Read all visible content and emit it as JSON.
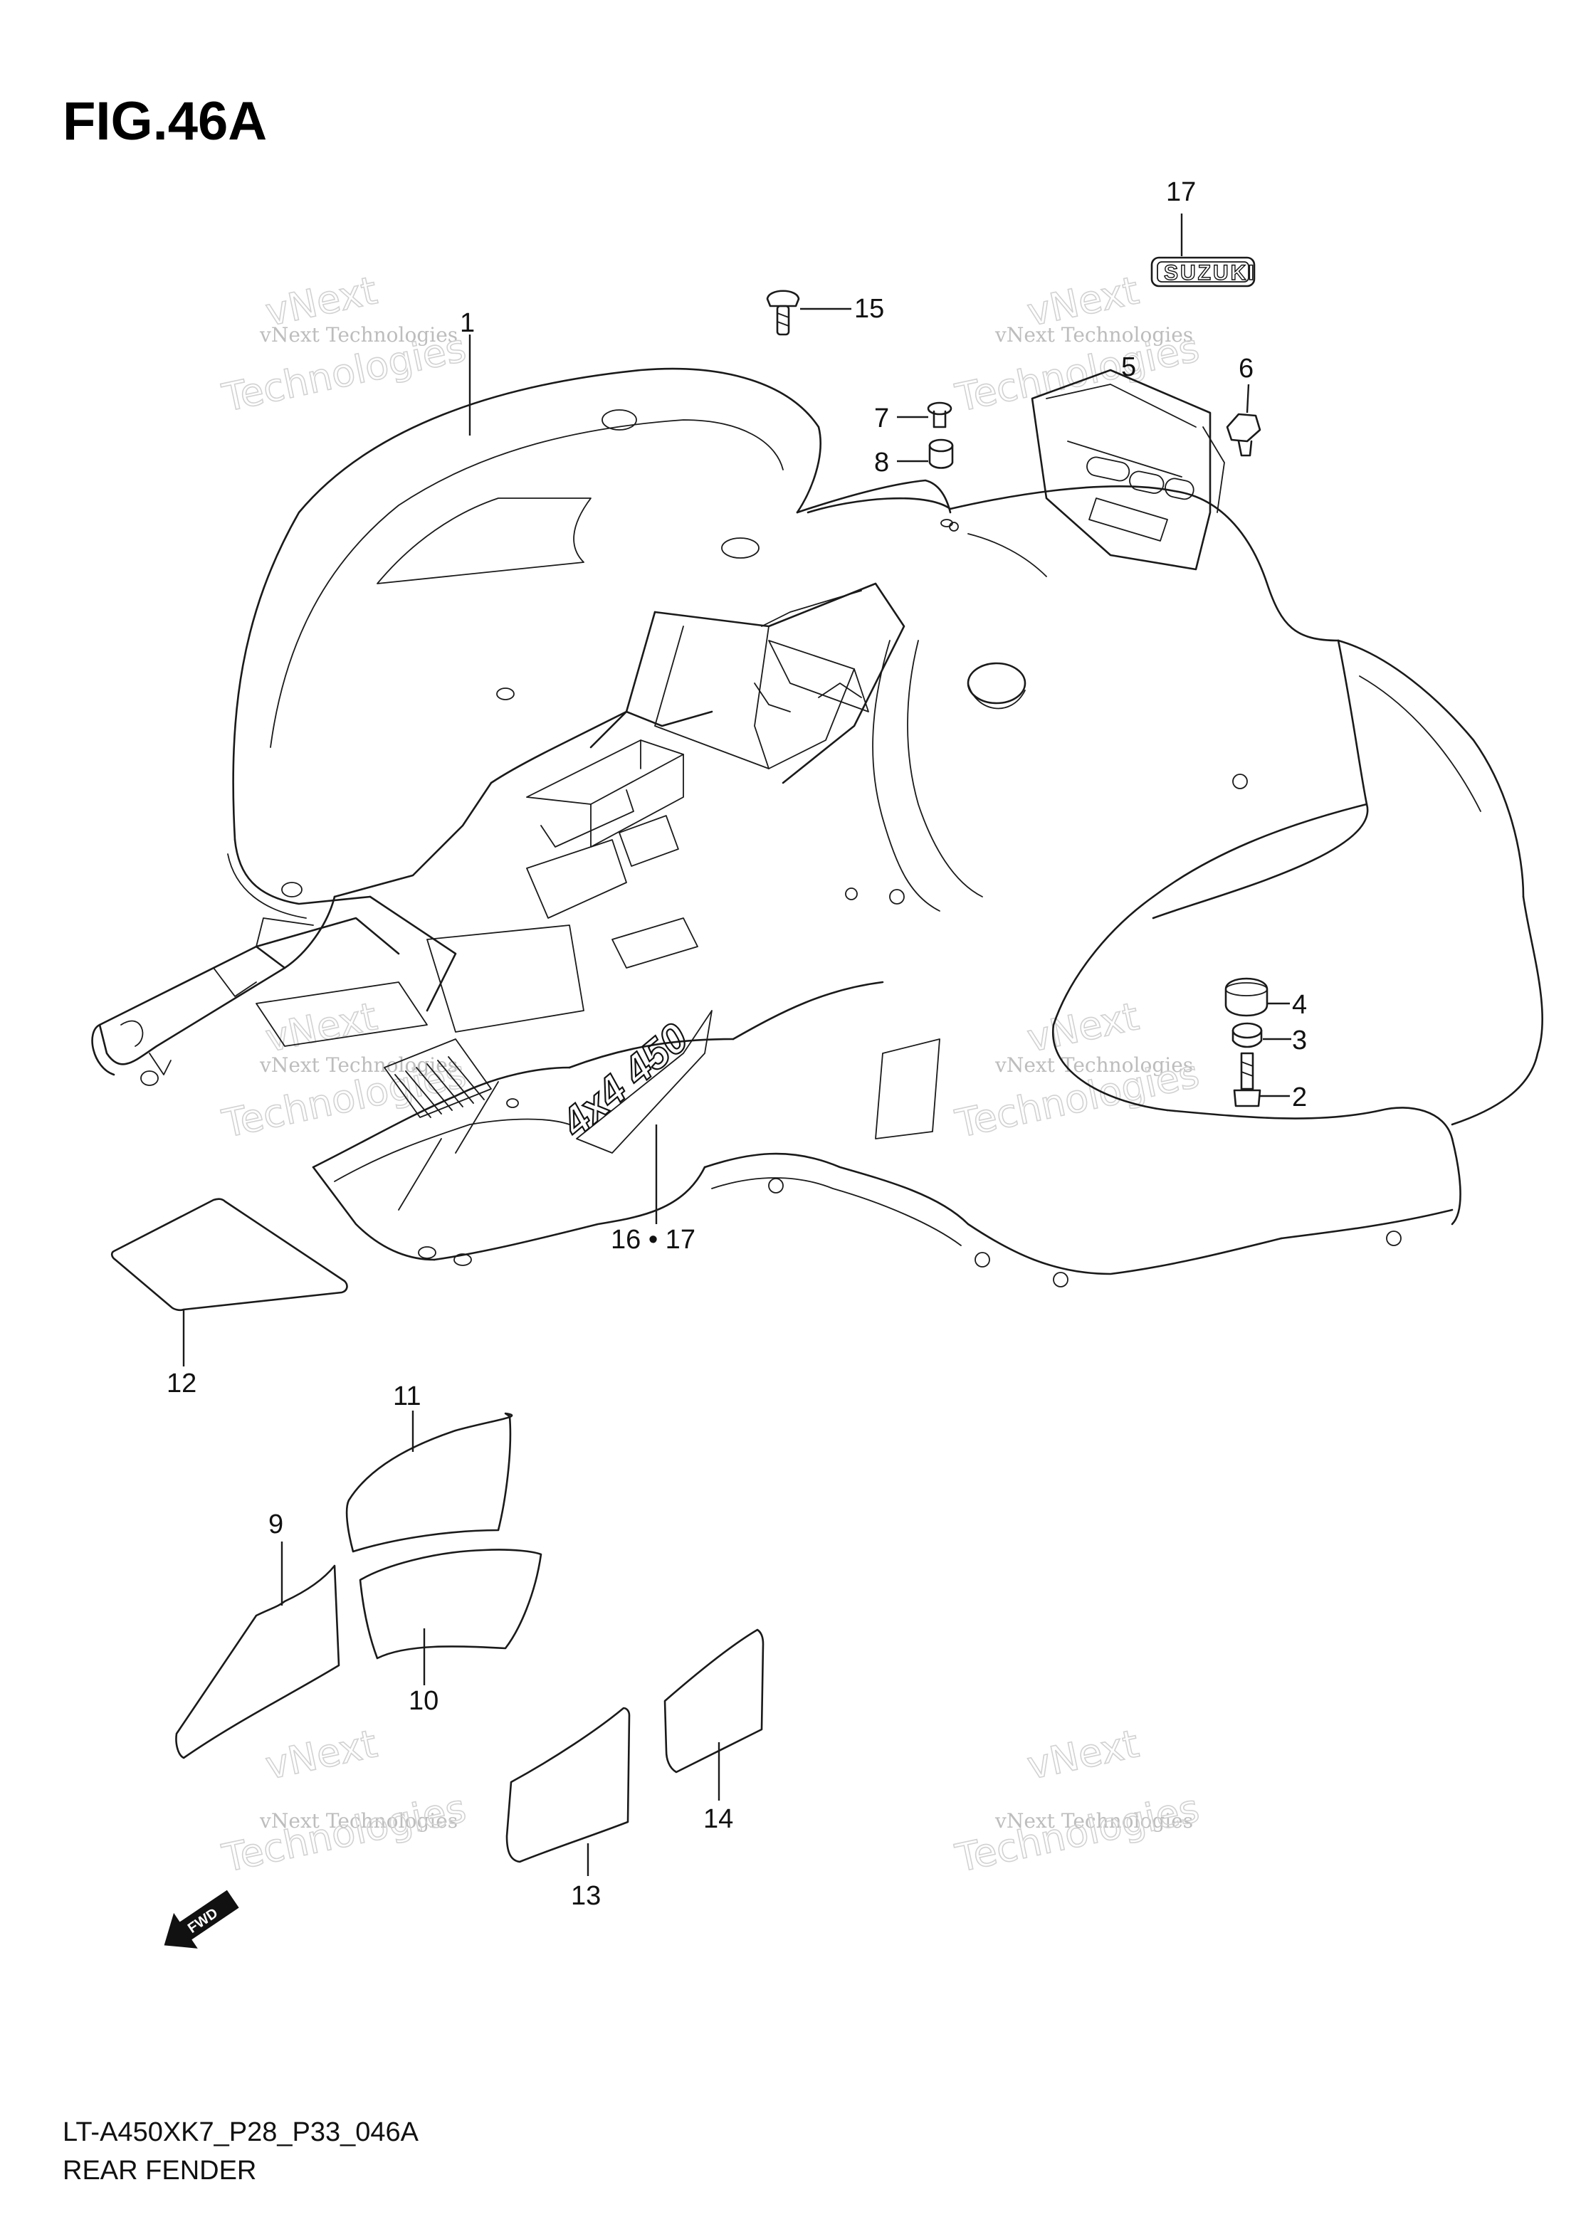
{
  "figure": {
    "title": "FIG.46A",
    "model_code": "LT-A450XK7_P28_P33_046A",
    "section_name": "REAR FENDER"
  },
  "callouts": [
    {
      "id": "c1",
      "label": "1"
    },
    {
      "id": "c2",
      "label": "2"
    },
    {
      "id": "c3",
      "label": "3"
    },
    {
      "id": "c4",
      "label": "4"
    },
    {
      "id": "c5",
      "label": "5"
    },
    {
      "id": "c6",
      "label": "6"
    },
    {
      "id": "c7",
      "label": "7"
    },
    {
      "id": "c8",
      "label": "8"
    },
    {
      "id": "c9",
      "label": "9"
    },
    {
      "id": "c10",
      "label": "10"
    },
    {
      "id": "c11",
      "label": "11"
    },
    {
      "id": "c12",
      "label": "12"
    },
    {
      "id": "c13",
      "label": "13"
    },
    {
      "id": "c14",
      "label": "14"
    },
    {
      "id": "c15",
      "label": "15"
    },
    {
      "id": "c16_17",
      "label": "16 • 17"
    },
    {
      "id": "c17",
      "label": "17"
    }
  ],
  "emblem": {
    "text": "SUZUKI"
  },
  "model_logo": {
    "text": "4x4 450"
  },
  "direction_marker": {
    "text": "FWD",
    "icon": "fwd-arrow-icon"
  },
  "watermark": {
    "line_small": "vNext Technologies",
    "line_big": "Technologies",
    "top": "vNext"
  }
}
